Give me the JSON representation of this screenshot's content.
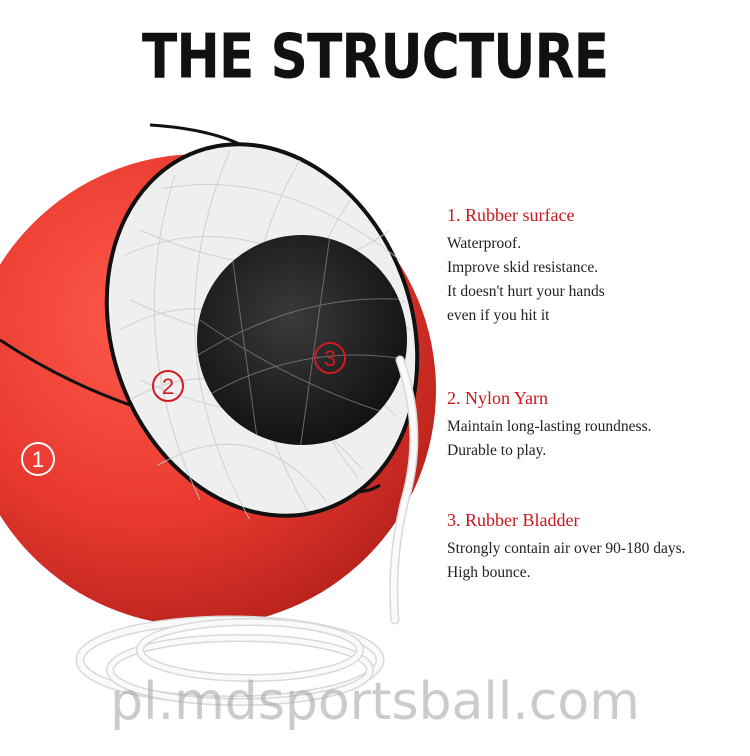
{
  "title": "THE STRUCTURE",
  "markers": [
    "1",
    "2",
    "3"
  ],
  "sections": [
    {
      "heading": "1. Rubber surface",
      "lines": [
        "Waterproof.",
        "Improve skid resistance.",
        "It doesn't hurt your hands",
        "even if you hit it"
      ]
    },
    {
      "heading": "2. Nylon Yarn",
      "lines": [
        "Maintain long-lasting  roundness.",
        "Durable to play."
      ]
    },
    {
      "heading": "3. Rubber Bladder",
      "lines": [
        "Strongly contain air over 90-180 days.",
        "High bounce."
      ]
    }
  ],
  "watermark": "pl.mdsportsball.com",
  "colors": {
    "ball_red": "#e8392f",
    "heading_red": "#c8161d",
    "bladder_black": "#151515",
    "yarn_white": "#eeeeee"
  }
}
